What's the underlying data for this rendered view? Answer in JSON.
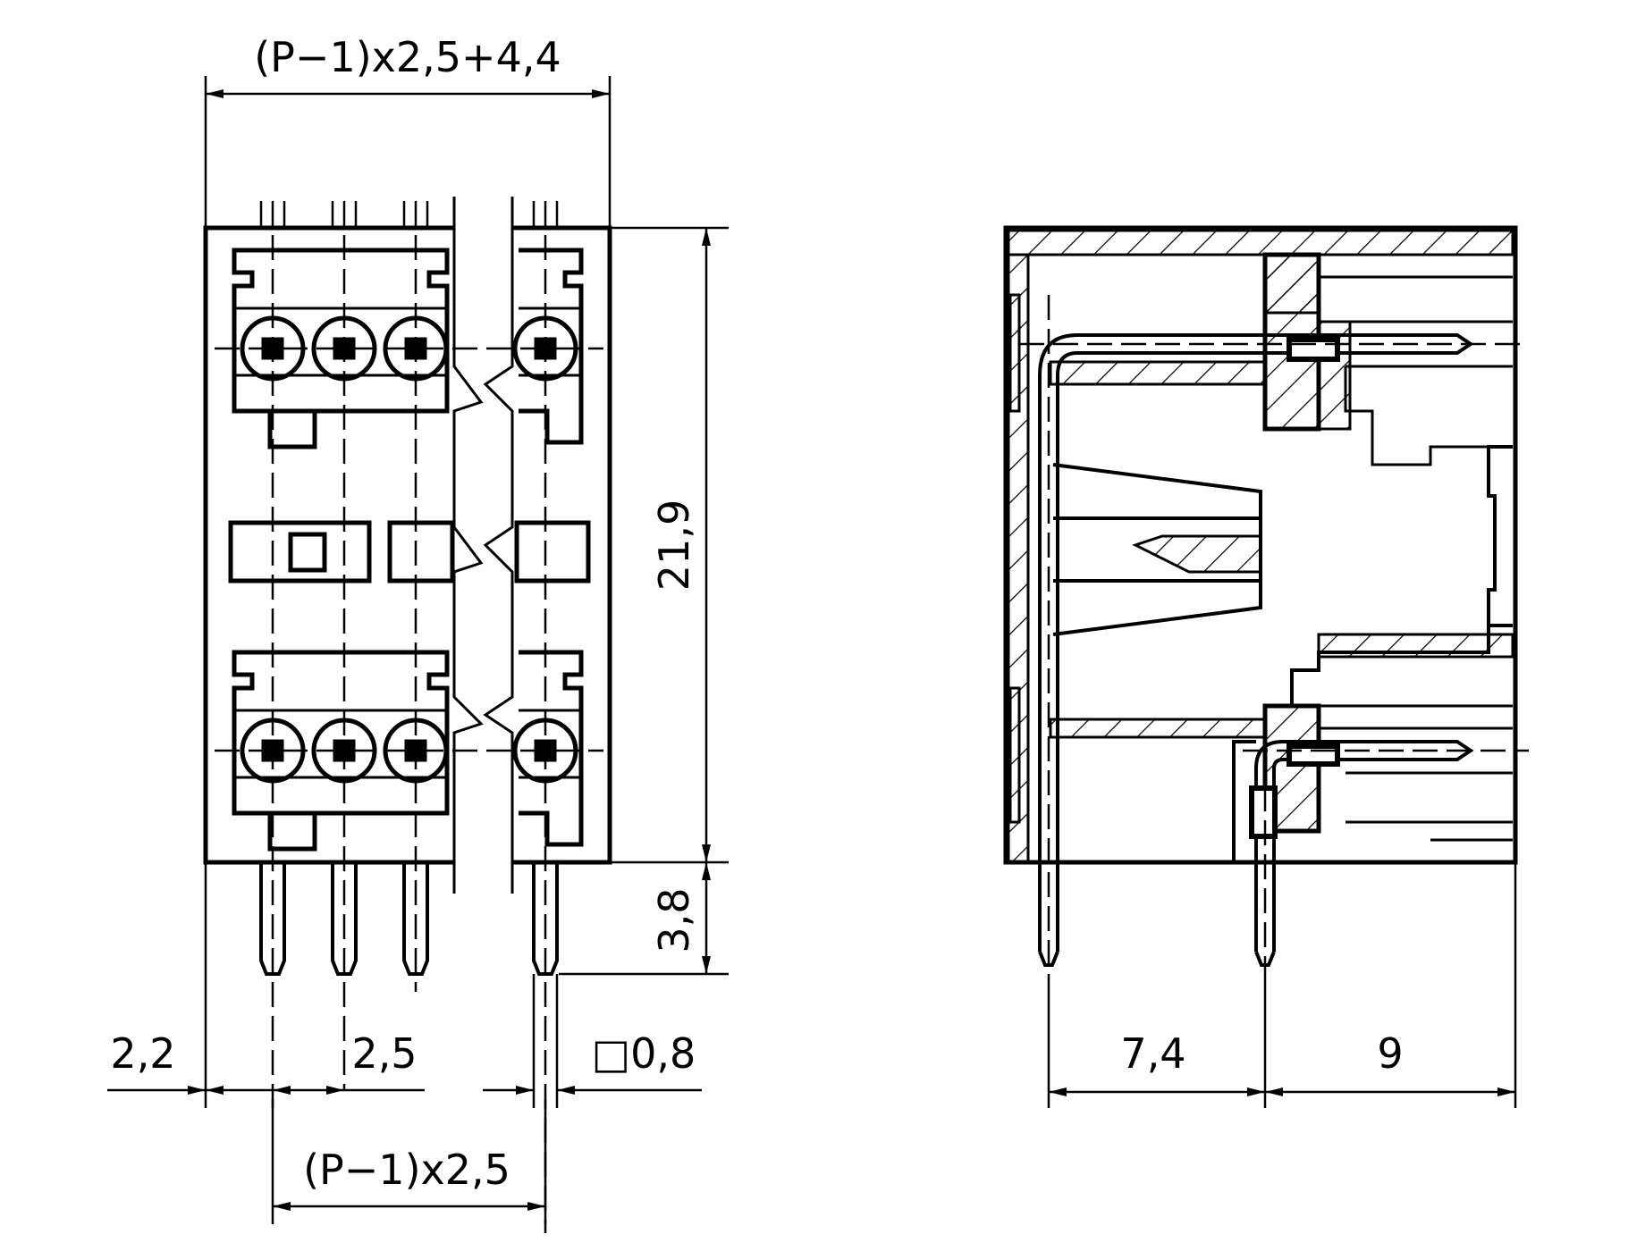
{
  "drawing": {
    "front_view": {
      "dim_overall_width": "(P−1)x2,5+4,4",
      "dim_height": "21,9",
      "dim_pin_length": "3,8",
      "dim_edge_offset": "2,2",
      "dim_pitch": "2,5",
      "dim_pin_section": "□0,8",
      "dim_pin_span": "(P−1)x2,5"
    },
    "side_view": {
      "dim_depth_front": "7,4",
      "dim_depth_rear": "9"
    }
  }
}
